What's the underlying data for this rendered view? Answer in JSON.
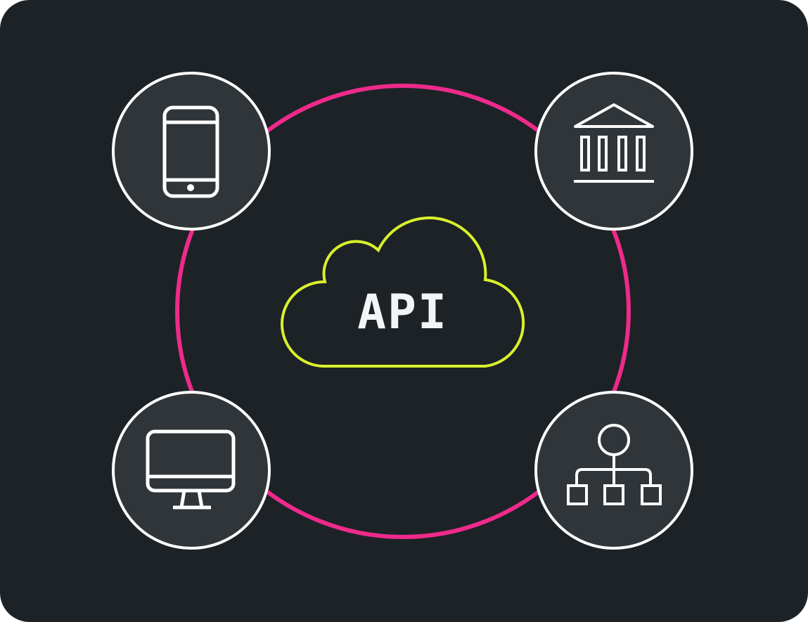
{
  "center": {
    "label": "API",
    "shape": "cloud",
    "color": "#d9f02c"
  },
  "ring": {
    "color": "#ee2a8b"
  },
  "nodes": [
    {
      "icon": "smartphone-icon",
      "position": "top-left"
    },
    {
      "icon": "bank-icon",
      "position": "top-right"
    },
    {
      "icon": "desktop-monitor-icon",
      "position": "bottom-left"
    },
    {
      "icon": "hierarchy-network-icon",
      "position": "bottom-right"
    }
  ],
  "colors": {
    "background": "#1c2226",
    "node_fill": "#303539",
    "stroke": "#ffffff"
  }
}
